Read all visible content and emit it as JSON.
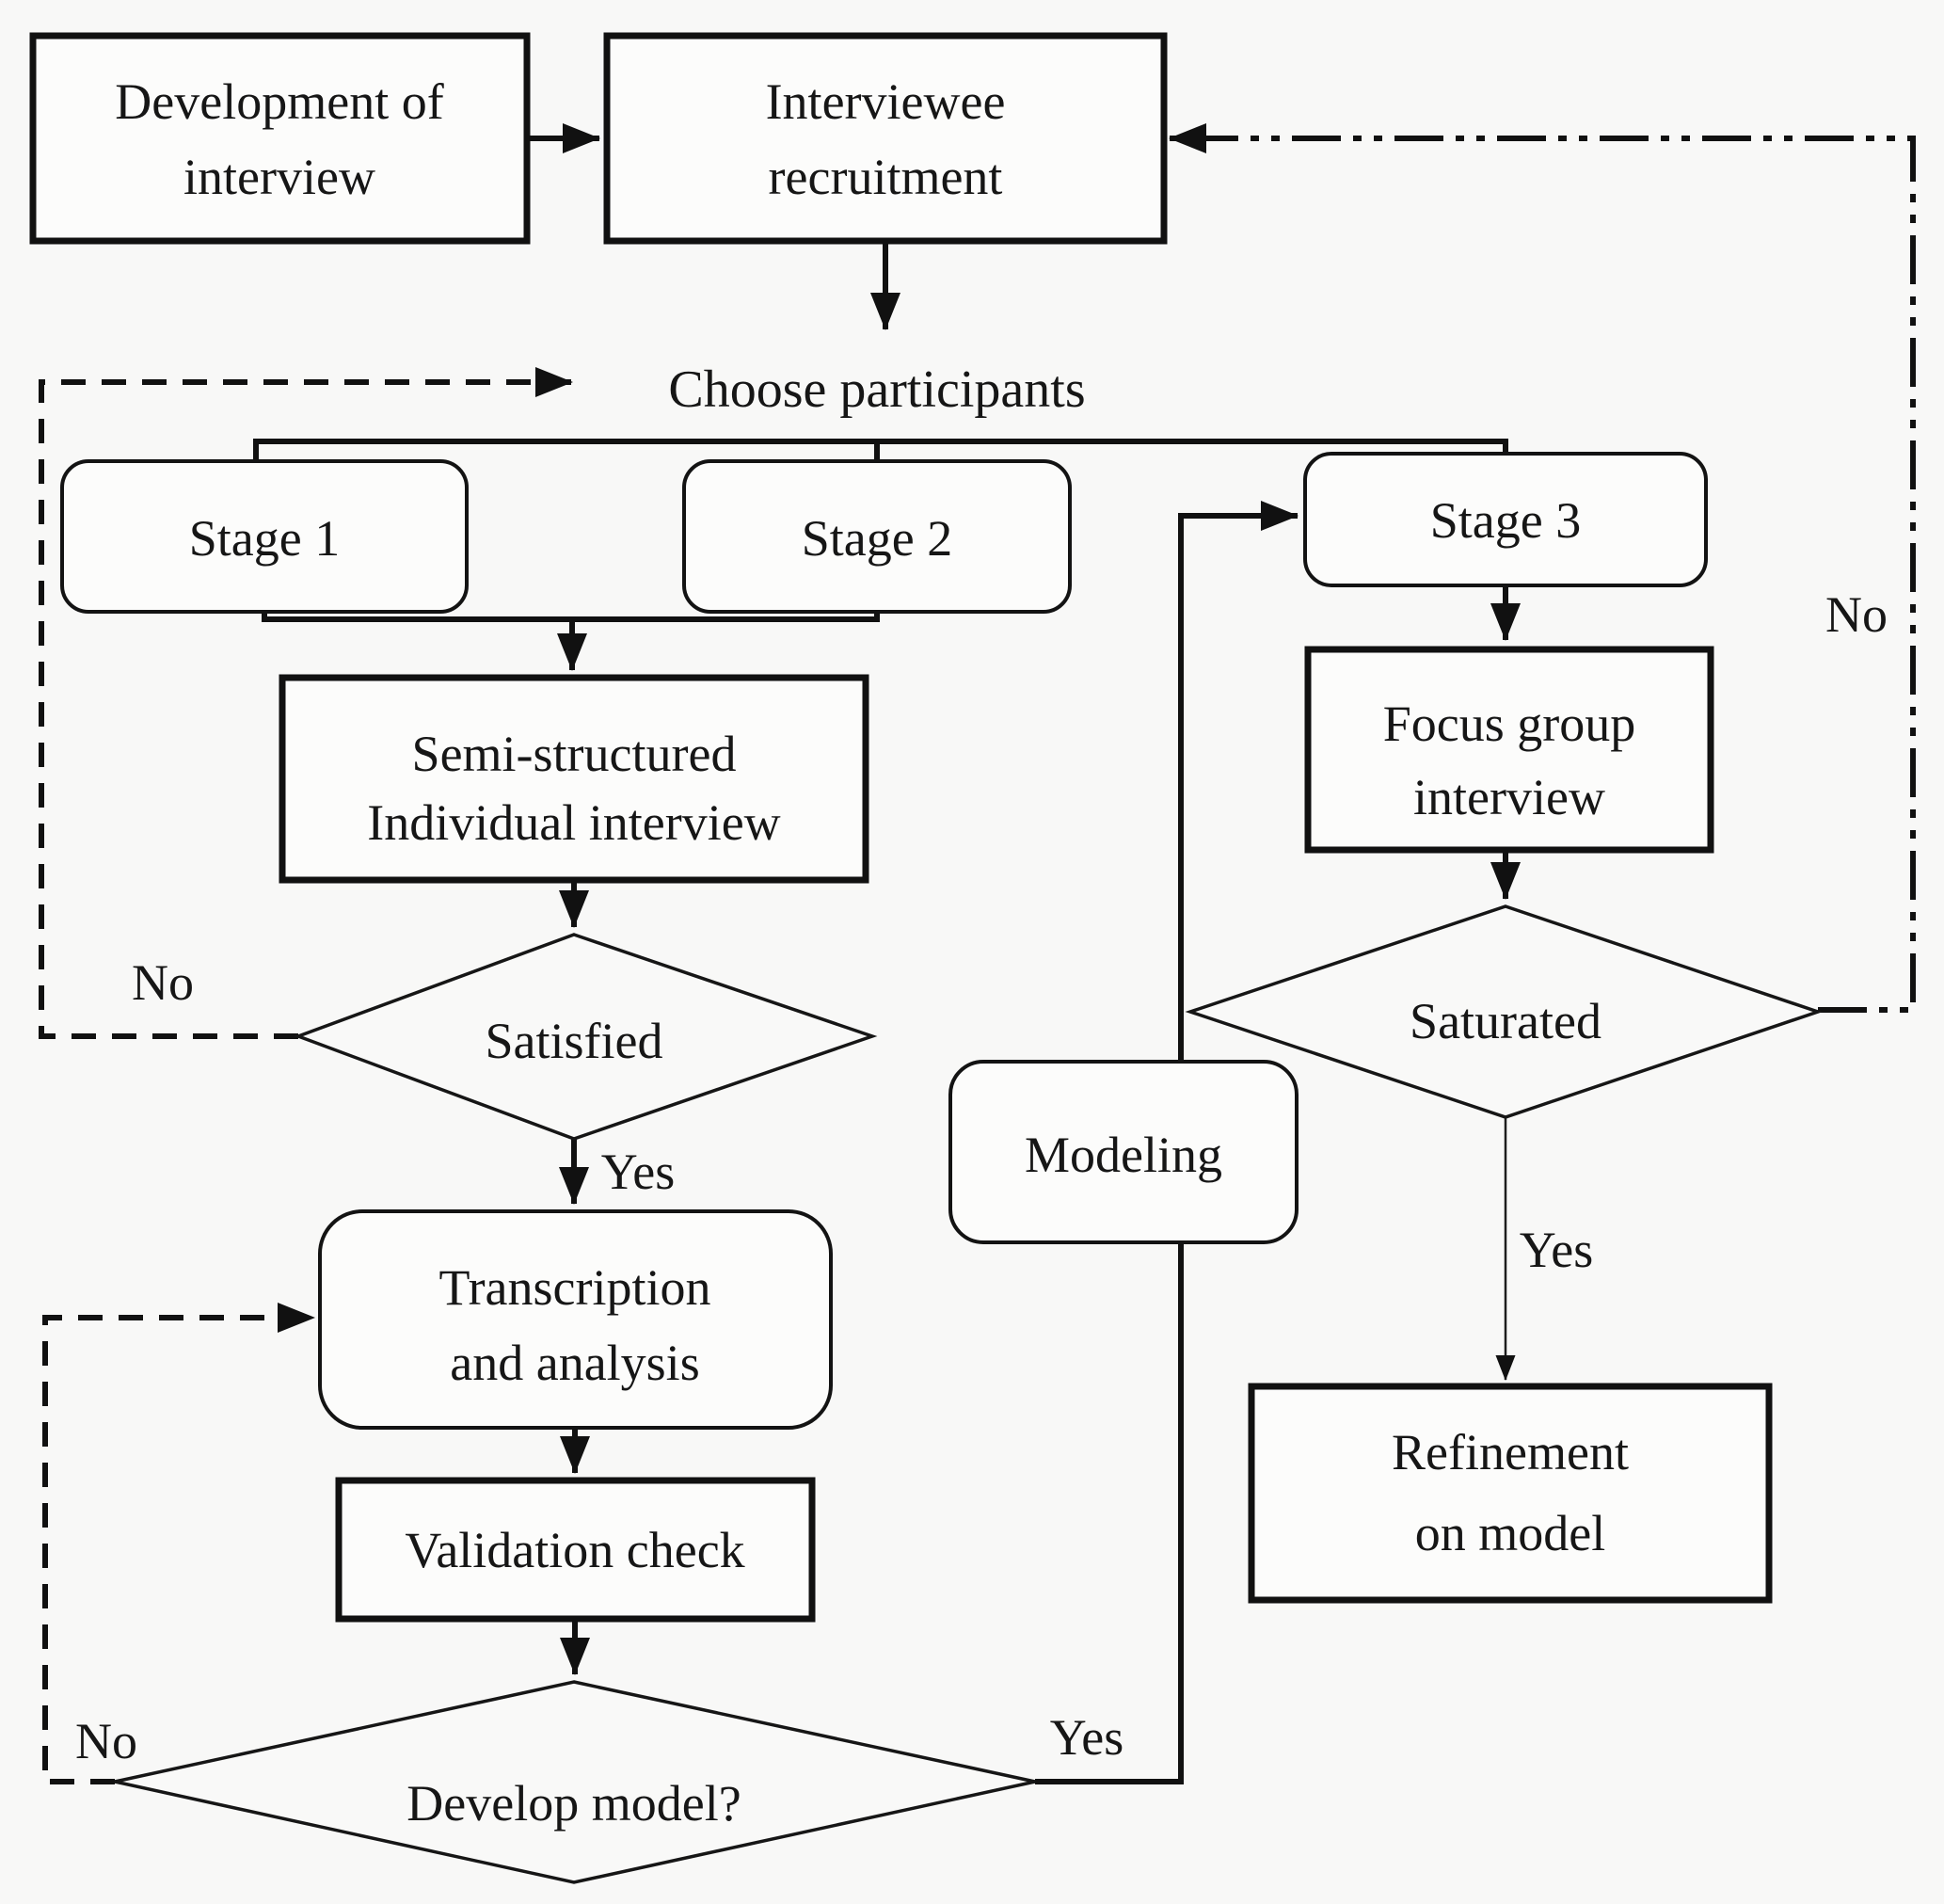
{
  "figure": {
    "type": "flowchart",
    "background_color": "#f8f8f7",
    "line_color": "#111111",
    "node_fill_color": "#fcfcfb",
    "text_color": "#161616"
  },
  "nodes": {
    "development": {
      "shape": "rect",
      "lines": [
        "Development of",
        "interview"
      ]
    },
    "recruitment": {
      "shape": "rect",
      "lines": [
        "Interviewee",
        "recruitment"
      ]
    },
    "choose": {
      "shape": "text",
      "label": "Choose participants"
    },
    "stage1": {
      "shape": "rounded",
      "label": "Stage 1"
    },
    "stage2": {
      "shape": "rounded",
      "label": "Stage 2"
    },
    "stage3": {
      "shape": "rounded",
      "label": "Stage 3"
    },
    "semi": {
      "shape": "rect",
      "lines": [
        "Semi-structured",
        "Individual interview"
      ]
    },
    "satisfied": {
      "shape": "diamond",
      "label": "Satisfied"
    },
    "transcription": {
      "shape": "rounded",
      "lines": [
        "Transcription",
        "and analysis"
      ]
    },
    "validation": {
      "shape": "rect",
      "label": "Validation check"
    },
    "develop": {
      "shape": "diamond",
      "label": "Develop model?"
    },
    "modeling": {
      "shape": "rounded",
      "label": "Modeling"
    },
    "focus": {
      "shape": "rect",
      "lines": [
        "Focus group",
        "interview"
      ]
    },
    "saturated": {
      "shape": "diamond",
      "label": "Saturated"
    },
    "refinement": {
      "shape": "rect",
      "lines": [
        "Refinement",
        "on model"
      ]
    }
  },
  "edge_labels": {
    "satisfied_yes": "Yes",
    "satisfied_no": "No",
    "develop_yes": "Yes",
    "develop_no": "No",
    "saturated_yes": "Yes",
    "saturated_no": "No"
  },
  "edges": [
    {
      "from": "development",
      "to": "recruitment",
      "style": "solid-arrow"
    },
    {
      "from": "recruitment",
      "to": "choose",
      "style": "solid-arrow"
    },
    {
      "from": "choose",
      "to": "stage1/stage2/stage3",
      "style": "solid-branch"
    },
    {
      "from": "stage1/stage2",
      "to": "semi",
      "style": "solid-arrow"
    },
    {
      "from": "semi",
      "to": "satisfied",
      "style": "solid-arrow"
    },
    {
      "from": "satisfied",
      "to": "transcription",
      "style": "solid-arrow",
      "label": "Yes"
    },
    {
      "from": "satisfied",
      "to": "choose",
      "style": "dashed-arrow",
      "label": "No"
    },
    {
      "from": "transcription",
      "to": "validation",
      "style": "solid-arrow"
    },
    {
      "from": "validation",
      "to": "develop",
      "style": "solid-arrow"
    },
    {
      "from": "develop",
      "to": "stage3",
      "style": "solid-arrow-through-modeling",
      "label": "Yes"
    },
    {
      "from": "develop",
      "to": "transcription",
      "style": "dashed-arrow",
      "label": "No"
    },
    {
      "from": "stage3",
      "to": "focus",
      "style": "solid-arrow"
    },
    {
      "from": "focus",
      "to": "saturated",
      "style": "solid-arrow"
    },
    {
      "from": "saturated",
      "to": "refinement",
      "style": "thin-solid-arrow",
      "label": "Yes"
    },
    {
      "from": "saturated",
      "to": "recruitment",
      "style": "dashdot-arrow",
      "label": "No"
    }
  ]
}
